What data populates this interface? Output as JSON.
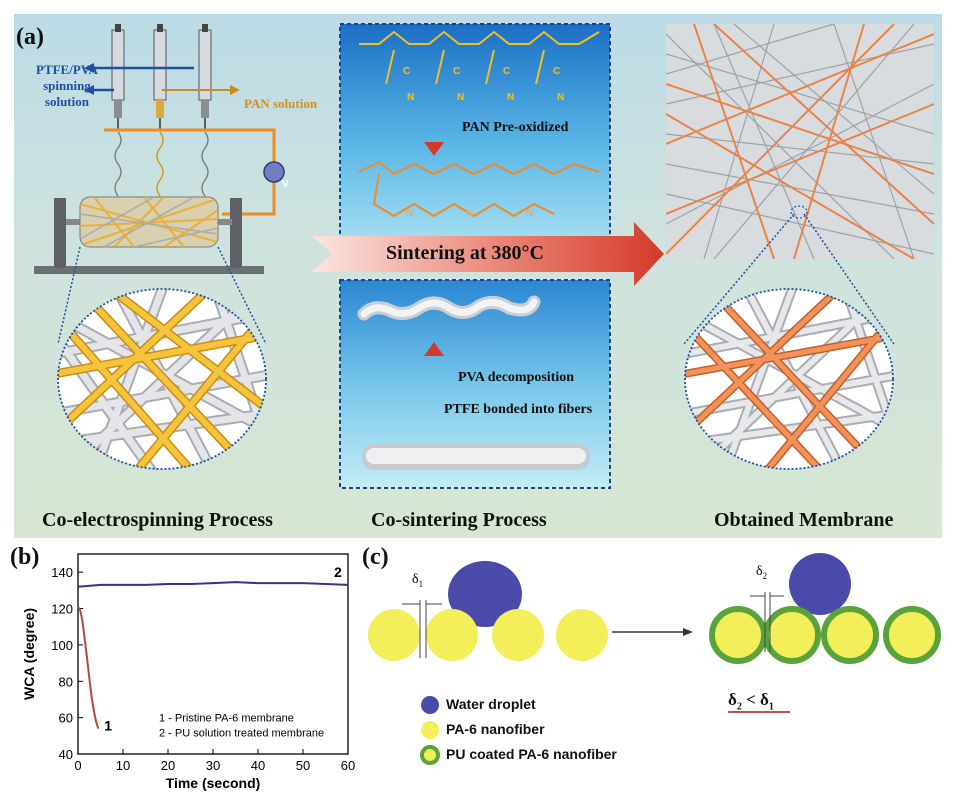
{
  "panel_a": {
    "letter": "(a)",
    "labels": {
      "ptfe_pva": [
        "PTFE/PVA",
        "spinning",
        "solution"
      ],
      "pan_solution": "PAN solution",
      "voltage": "V",
      "pan_preoxidized": "PAN Pre-oxidized",
      "sintering": "Sintering at 380°C",
      "pva_decomposition": "PVA decomposition",
      "ptfe_bonded": "PTFE bonded into fibers",
      "atom_c": "C",
      "atom_n": "N"
    },
    "captions": {
      "left": "Co-electrospinning Process",
      "middle": "Co-sintering Process",
      "right": "Obtained Membrane"
    },
    "colors": {
      "pan_fiber": "#f0b42a",
      "ptfe_fiber": "#bfc3c8",
      "oxidized_fiber": "#e8844a",
      "arrow": "#d94a3a",
      "box_border": "#1f3f8f"
    }
  },
  "panel_b": {
    "letter": "(b)",
    "chart_data": {
      "type": "line",
      "xlabel": "Time (second)",
      "ylabel": "WCA (degree)",
      "xlim": [
        0,
        60
      ],
      "ylim": [
        40,
        150
      ],
      "xticks": [
        0,
        10,
        20,
        30,
        40,
        50,
        60
      ],
      "yticks": [
        40,
        60,
        80,
        100,
        120,
        140
      ],
      "series": [
        {
          "label": "1",
          "color": "#b5473a",
          "x": [
            0,
            0.5,
            1.0,
            1.5,
            2.0,
            2.5,
            3.0,
            3.5,
            4.0,
            4.5
          ],
          "y": [
            121,
            119,
            113,
            103,
            93,
            82,
            72,
            64,
            58,
            54
          ]
        },
        {
          "label": "2",
          "color": "#33338a",
          "x": [
            0,
            5,
            10,
            15,
            20,
            25,
            30,
            35,
            40,
            45,
            50,
            55,
            60
          ],
          "y": [
            132,
            133,
            133,
            133,
            133.5,
            133.5,
            134,
            134.5,
            134,
            134,
            134,
            133.5,
            133
          ]
        }
      ],
      "annotations": [
        "1 - Pristine PA-6 membrane",
        "2 - PU solution treated membrane"
      ]
    }
  },
  "panel_c": {
    "letter": "(c)",
    "delta1": "δ",
    "delta1_sub": "1",
    "delta2": "δ",
    "delta2_sub": "2",
    "relation": {
      "d": "δ",
      "s2": "2",
      "lt": " < ",
      "s1": "1"
    },
    "legend": [
      "Water droplet",
      "PA-6 nanofiber",
      "PU coated PA-6 nanofiber"
    ],
    "colors": {
      "droplet": "#4a4aa8",
      "nanofiber": "#f2ef5a",
      "coating": "#5aa33a",
      "underline": "#c0504d"
    }
  }
}
